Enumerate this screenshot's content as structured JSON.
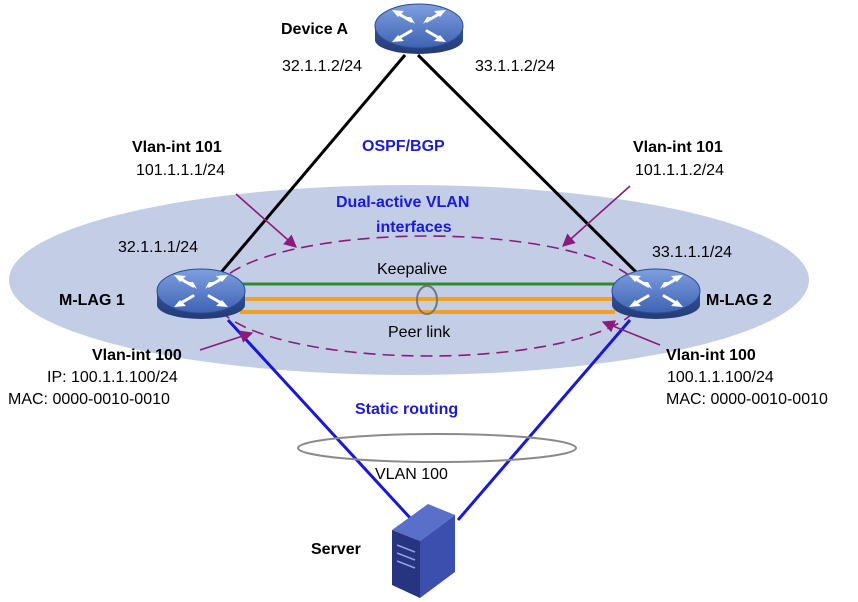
{
  "devices": {
    "device_a": {
      "name": "Device A",
      "left_ip": "32.1.1.2/24",
      "right_ip": "33.1.1.2/24"
    },
    "mlag1": {
      "name": "M-LAG 1",
      "ip": "32.1.1.1/24"
    },
    "mlag2": {
      "name": "M-LAG 2",
      "ip": "33.1.1.1/24"
    },
    "server": {
      "name": "Server"
    }
  },
  "protocols": {
    "ospf_bgp": "OSPF/BGP",
    "dual_active_line1": "Dual-active VLAN",
    "dual_active_line2": "interfaces",
    "static_routing": "Static routing"
  },
  "links": {
    "keepalive": "Keepalive",
    "peer_link": "Peer link",
    "vlan100": "VLAN 100"
  },
  "interfaces": {
    "left_101": {
      "name": "Vlan-int 101",
      "ip": "101.1.1.1/24"
    },
    "right_101": {
      "name": "Vlan-int 101",
      "ip": "101.1.1.2/24"
    },
    "left_100": {
      "name": "Vlan-int 100",
      "ip": "IP: 100.1.1.100/24",
      "mac": "MAC: 0000-0010-0010"
    },
    "right_100": {
      "name": "Vlan-int 100",
      "ip": "100.1.1.100/24",
      "mac": "MAC: 0000-0010-0010"
    }
  },
  "colors": {
    "ellipse_fill": "#c3cde6",
    "link_black": "#000000",
    "link_blue": "#1818d8",
    "keepalive_green": "#2e8b2e",
    "peer_orange": "#f4a020",
    "dashed_purple": "#8b1a7a",
    "label_blue": "#1a1adf",
    "router_blue": "#4a6fc0"
  },
  "icons": {
    "router": "router-icon",
    "server": "server-icon"
  }
}
